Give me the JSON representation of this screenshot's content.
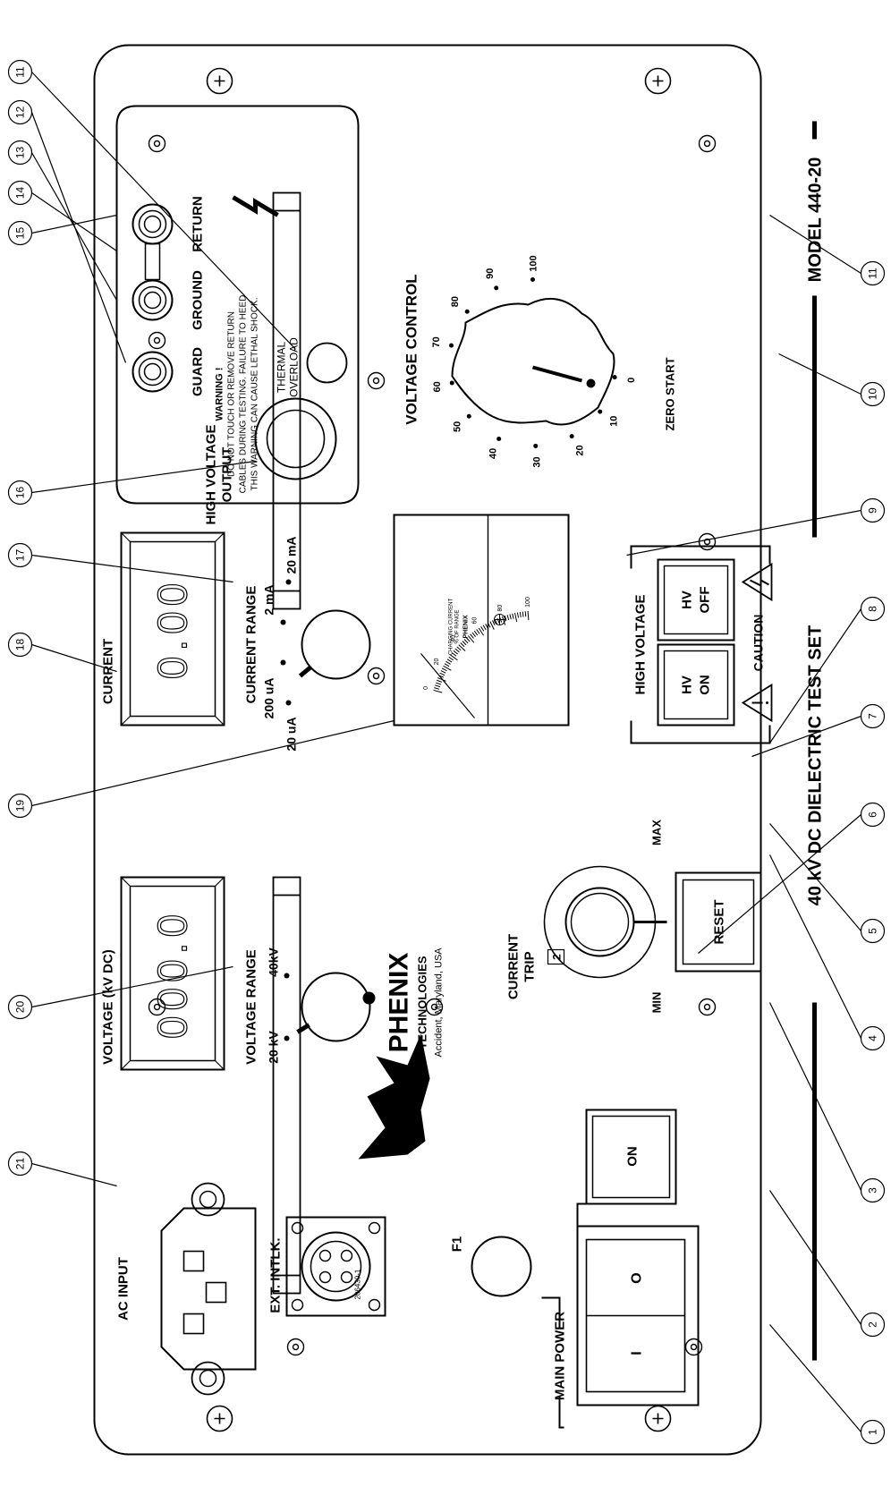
{
  "labels": {
    "ac_input": "AC INPUT",
    "ext_intlk": "EXT. INTLK.",
    "connector_part": "206430-1",
    "fuse": "F1",
    "main_power": "MAIN POWER",
    "switch_on_symbol": "I",
    "switch_off_symbol": "O",
    "on_button": "ON",
    "voltage_display": "VOLTAGE (kV DC)",
    "voltage_range": "VOLTAGE RANGE",
    "voltage_range_20kv": "20 kV",
    "voltage_range_40kv": "40kV",
    "current_display": "CURRENT",
    "current_range": "CURRENT RANGE",
    "current_range_20ua": "20 uA",
    "current_range_200ua": "200 uA",
    "current_range_2ma": "2 mA",
    "current_range_20ma": "20 mA",
    "current_trip_line1": "CURRENT",
    "current_trip_line2": "TRIP",
    "trip_min": "MIN",
    "trip_max": "MAX",
    "trip_value": "2",
    "reset_button": "RESET",
    "high_voltage": "HIGH VOLTAGE",
    "hv_on_line1": "HV",
    "hv_on_line2": "ON",
    "hv_off_line1": "HV",
    "hv_off_line2": "OFF",
    "caution": "CAUTION",
    "voltage_control": "VOLTAGE CONTROL",
    "zero_start": "ZERO START",
    "hv_output_line1": "HIGH VOLTAGE",
    "hv_output_line2": "OUTPUT",
    "thermal_line1": "THERMAL",
    "thermal_line2": "OVERLOAD",
    "return": "RETURN",
    "ground": "GROUND",
    "guard": "GUARD",
    "warning_title": "WARNING !",
    "warning_line1": "DO NOT TOUCH OR REMOVE RETURN",
    "warning_line2": "CABLES DURING TESTING. FAILURE TO HEED",
    "warning_line3": "THIS WARNING CAN CAUSE LETHAL SHOCK.",
    "brand": "PHENIX",
    "brand_sub": "TECHNOLOGIES",
    "brand_location": "Accident, Maryland, USA",
    "test_set_title": "40 kV DC DIELECTRIC TEST SET",
    "model": "MODEL 440-20",
    "meter_caption_line1": "CHARGING CURRENT",
    "meter_caption_line2": "% OF RANGE",
    "meter_brand": "PHENIX"
  },
  "meter_scale": [
    "0",
    "20",
    "40",
    "60",
    "80",
    "100"
  ],
  "dial_scale": [
    "0",
    "10",
    "20",
    "30",
    "40",
    "50",
    "60",
    "70",
    "80",
    "90",
    "100"
  ],
  "voltage_readout": "000.0",
  "current_readout": "0.00",
  "callouts": [
    "1",
    "2",
    "3",
    "4",
    "5",
    "6",
    "7",
    "8",
    "9",
    "10",
    "11",
    "12",
    "13",
    "14",
    "15",
    "16",
    "17",
    "18",
    "19",
    "20",
    "21"
  ]
}
